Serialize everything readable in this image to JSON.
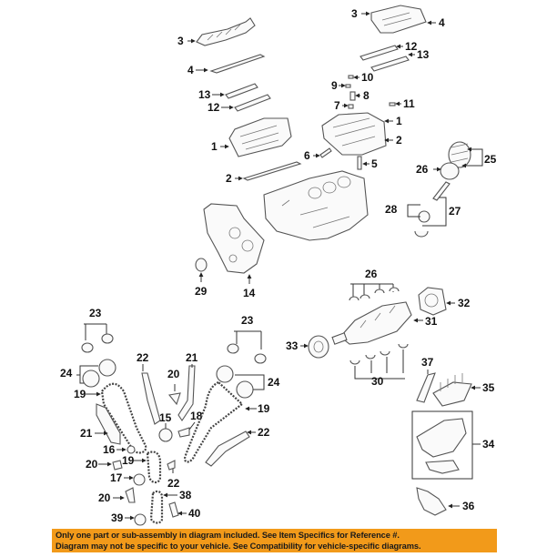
{
  "diagram": {
    "title": "Engine parts exploded diagram",
    "callouts": [
      {
        "id": "c3a",
        "label": "3"
      },
      {
        "id": "c4a",
        "label": "4"
      },
      {
        "id": "c13a",
        "label": "13"
      },
      {
        "id": "c12a",
        "label": "12"
      },
      {
        "id": "c3b",
        "label": "3"
      },
      {
        "id": "c4b",
        "label": "4"
      },
      {
        "id": "c12b",
        "label": "12"
      },
      {
        "id": "c13b",
        "label": "13"
      },
      {
        "id": "c10",
        "label": "10"
      },
      {
        "id": "c9",
        "label": "9"
      },
      {
        "id": "c8",
        "label": "8"
      },
      {
        "id": "c7",
        "label": "7"
      },
      {
        "id": "c11",
        "label": "11"
      },
      {
        "id": "c1a",
        "label": "1"
      },
      {
        "id": "c1b",
        "label": "1"
      },
      {
        "id": "c2a",
        "label": "2"
      },
      {
        "id": "c6",
        "label": "6"
      },
      {
        "id": "c5",
        "label": "5"
      },
      {
        "id": "c2b",
        "label": "2"
      },
      {
        "id": "c25",
        "label": "25"
      },
      {
        "id": "c26a",
        "label": "26"
      },
      {
        "id": "c28",
        "label": "28"
      },
      {
        "id": "c27",
        "label": "27"
      },
      {
        "id": "c29",
        "label": "29"
      },
      {
        "id": "c14",
        "label": "14"
      },
      {
        "id": "c26b",
        "label": "26"
      },
      {
        "id": "c32",
        "label": "32"
      },
      {
        "id": "c31",
        "label": "31"
      },
      {
        "id": "c33",
        "label": "33"
      },
      {
        "id": "c30",
        "label": "30"
      },
      {
        "id": "c37",
        "label": "37"
      },
      {
        "id": "c35",
        "label": "35"
      },
      {
        "id": "c34",
        "label": "34"
      },
      {
        "id": "c36",
        "label": "36"
      },
      {
        "id": "c23a",
        "label": "23"
      },
      {
        "id": "c24a",
        "label": "24"
      },
      {
        "id": "c19a",
        "label": "19"
      },
      {
        "id": "c22a",
        "label": "22"
      },
      {
        "id": "c20a",
        "label": "20"
      },
      {
        "id": "c21a",
        "label": "21"
      },
      {
        "id": "c15",
        "label": "15"
      },
      {
        "id": "c18",
        "label": "18"
      },
      {
        "id": "c21b",
        "label": "21"
      },
      {
        "id": "c16",
        "label": "16"
      },
      {
        "id": "c19b",
        "label": "19"
      },
      {
        "id": "c20b",
        "label": "20"
      },
      {
        "id": "c17",
        "label": "17"
      },
      {
        "id": "c22b",
        "label": "22"
      },
      {
        "id": "c20c",
        "label": "20"
      },
      {
        "id": "c38",
        "label": "38"
      },
      {
        "id": "c39",
        "label": "39"
      },
      {
        "id": "c40",
        "label": "40"
      },
      {
        "id": "c23b",
        "label": "23"
      },
      {
        "id": "c24b",
        "label": "24"
      },
      {
        "id": "c19c",
        "label": "19"
      },
      {
        "id": "c22c",
        "label": "22"
      }
    ]
  },
  "banner": {
    "line1": "Only one part or sub-assembly in diagram included. See Item Specifics for Reference #.",
    "line2": "Diagram may not be specific to your vehicle. See Compatibility for vehicle-specific diagrams.",
    "background_color": "#f29a1a"
  }
}
